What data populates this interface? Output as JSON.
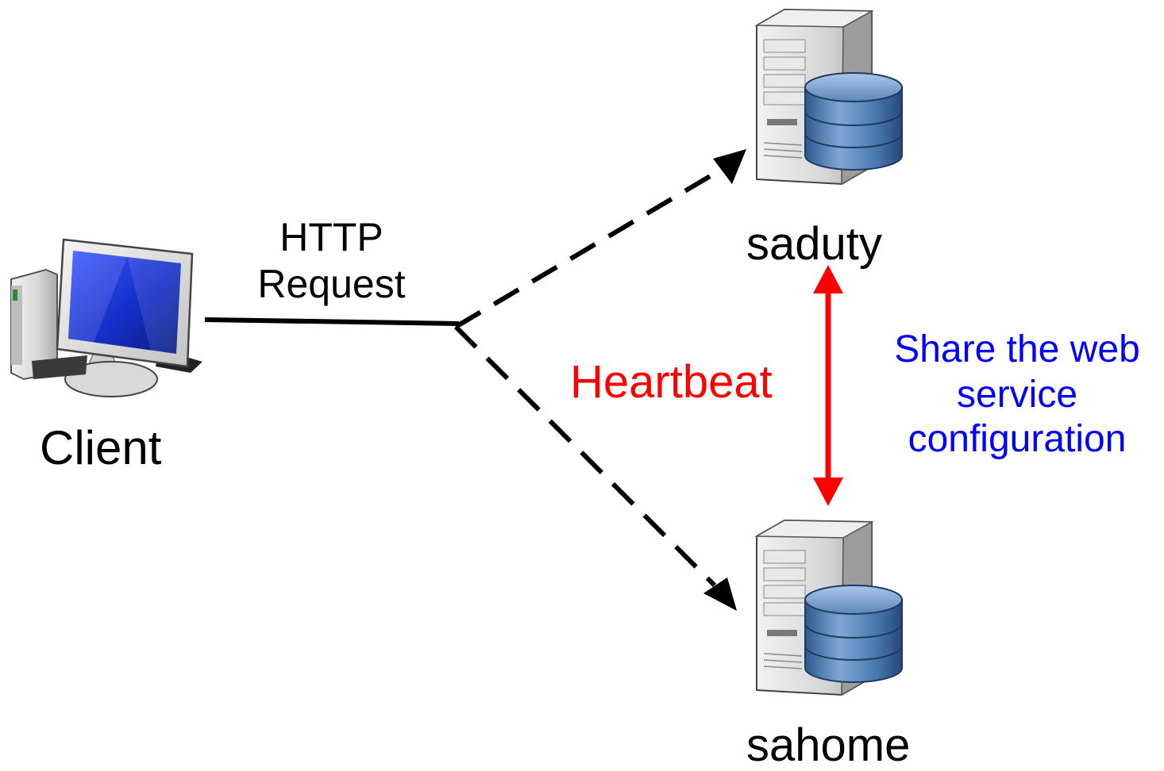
{
  "nodes": {
    "client": {
      "label": "Client",
      "icon": "desktop-computer-icon"
    },
    "server_primary": {
      "label": "saduty",
      "icon": "database-server-icon"
    },
    "server_secondary": {
      "label": "sahome",
      "icon": "database-server-icon"
    }
  },
  "edges": {
    "request": {
      "label_line1": "HTTP",
      "label_line2": "Request",
      "style": "solid"
    },
    "to_saduty": {
      "style": "dashed",
      "arrow": "end"
    },
    "to_sahome": {
      "style": "dashed",
      "arrow": "end"
    },
    "heartbeat": {
      "label": "Heartbeat",
      "color": "#ff0000",
      "arrow": "both"
    }
  },
  "annotation": {
    "line1": "Share the web",
    "line2": "service",
    "line3": "configuration",
    "color": "#0000ff"
  },
  "colors": {
    "monitor_screen": "#1530c8",
    "database": "#5e87b8",
    "server_case": "#d8d8d8",
    "line": "#000000"
  }
}
